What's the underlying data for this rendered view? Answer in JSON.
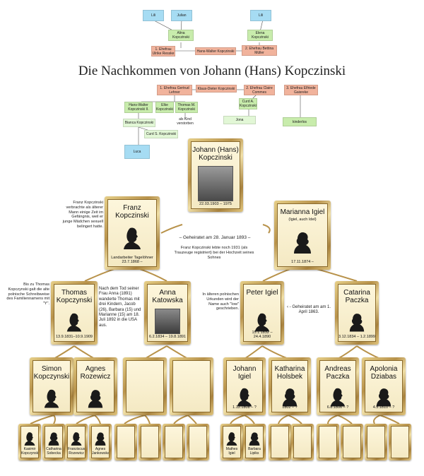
{
  "title": "Die Nachkommen von Johann (Hans) Kopczinski",
  "top_tree": {
    "lili_1": "Lili",
    "julian": "Julian",
    "alina": "Alina Kopczinski",
    "lili_2": "Lili",
    "elena": "Elena Kopczinski",
    "ulrike": "1. Ehefrau Ulrike Resske",
    "hans_walter": "Hans-Walter Kopczinski",
    "bettina": "2. Ehefrau Bettina Müller"
  },
  "mid_tree": {
    "gertrud": "1. Ehefrau Gertrud Lehner",
    "klaus_dieter": "Klaus-Dieter Kopczinski",
    "claire": "2. Ehefrau Claire Commes",
    "elfriede": "3. Ehefrau Elfriede Gaisreke",
    "hans_walter_2": "Hans-Walter Kopczinski II.",
    "elke": "Elke Kopczinski",
    "thomas_m": "Thomas M. Kopczinski",
    "as_child": "als Kind verstorben",
    "curd_a": "Curd A. Kopczinski",
    "jona": "Jona",
    "kinderlos": "kinderlos",
    "bianca": "Bianca Kopczinski",
    "curd_s": "Curd S. Kopczinski",
    "luca": "Luca"
  },
  "people": {
    "johann": {
      "name": "Johann (Hans) Kopczinski",
      "dates": "22.03.1903 – 1975"
    },
    "franz": {
      "name": "Franz Kopczinski",
      "occ": "Landarbeiter Tagelöhner",
      "dates": "23.7.1868 –"
    },
    "marianna": {
      "name": "Marianna Igiel",
      "sub": "(Igiel, auch Idel)",
      "dates": "17.11.1874 –"
    },
    "thomas": {
      "name": "Thomas Kopczynski",
      "dates": "13.9.1831–10.9.1909"
    },
    "anna": {
      "name": "Anna Katowska",
      "dates": "6.2.1834 – 19.8.1891"
    },
    "peter": {
      "name": "Peter Igiel",
      "dates": "15.1.1832 – 24.4.1890"
    },
    "catarina": {
      "name": "Catarina Paczka",
      "dates": "3.12.1834 – 1.2.1899"
    },
    "simon": {
      "name": "Simon Kopczynski"
    },
    "agnes": {
      "name": "Agnes Rozewicz"
    },
    "johann_igiel": {
      "name": "Johann Igiel",
      "dates": "1.12.1808 – ?"
    },
    "katharina": {
      "name": "Katharina Holsbek",
      "dates": "1802 – ?"
    },
    "andreas": {
      "name": "Andreas Paczka",
      "dates": "6.8.1806 – ?"
    },
    "apolonia": {
      "name": "Apolonia Dziabas",
      "dates": "4.5.1810 – ?"
    },
    "kasimir": {
      "name": "Kasimir Kopczynski"
    },
    "catharina_s": {
      "name": "Catharina Sobecka"
    },
    "franziscus": {
      "name": "Franziscus Rozewicz"
    },
    "agnes_j": {
      "name": "Agnes Jankowska"
    },
    "mathes": {
      "name": "Mathes Igiel"
    },
    "barbara": {
      "name": "Barbara Lipiks"
    }
  },
  "notes": {
    "married_1": "– Geheiratet am 28. Januar 1893 –",
    "franz_note": "Franz Kopczinski verbrachte als älterer Mann einige Zeit im Gefängnis, weil er junge Mädchen sexuell belingert hatte.",
    "franz_alive": "Franz Kopczinski lebte noch 1931 (als Trauzeuge registriert) bei der Hochzeit seines Sohnes",
    "thomas_name": "Bis zu Thomas Kopczynski galt die alte polnische Schreibweise des Familiennamens mit \"Y\".",
    "anna_note": "Nach dem Tod seiner Frau Anna (1891) wanderte Thomas mit drei Kindern, Jacob (26), Barbara (15) und Marianne (15) am 18. Juli 1892 in die USA aus.",
    "igiel_note": "In älteren polnischen Urkunden wird der Name auch \"Iow\" geschrieben.",
    "married_2": "‹ - Geheiratet am am 1. April 1863."
  }
}
